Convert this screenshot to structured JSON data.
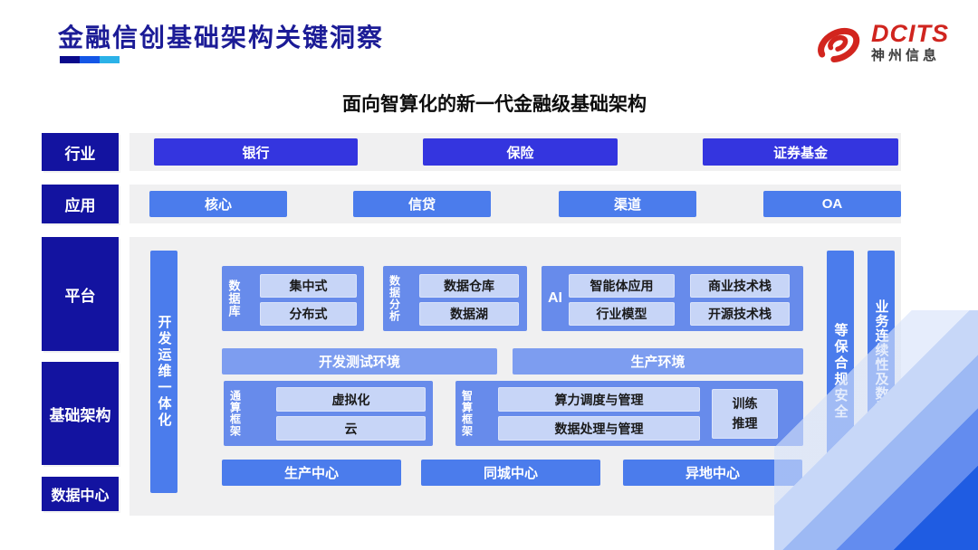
{
  "header": {
    "title": "金融信创基础架构关键洞察",
    "logo": {
      "brand": "DCITS",
      "subbrand": "神州信息"
    }
  },
  "diagram": {
    "subtitle": "面向智算化的新一代金融级基础架构",
    "side_labels": {
      "industry": "行业",
      "application": "应用",
      "platform": "平台",
      "infrastructure": "基础架构",
      "datacenter": "数据中心"
    },
    "industry_items": [
      "银行",
      "保险",
      "证券基金"
    ],
    "application_items": [
      "核心",
      "信贷",
      "渠道",
      "OA"
    ],
    "panel": {
      "devops_bar": "开发运维一体化",
      "security_bar": "等保合规安全",
      "continuity_bar": "业务连续性及数据保护",
      "database": {
        "label": "数据库",
        "items": [
          "集中式",
          "分布式"
        ]
      },
      "analytics": {
        "label": "数据分析",
        "items": [
          "数据仓库",
          "数据湖"
        ]
      },
      "ai": {
        "label": "AI",
        "items": [
          "智能体应用",
          "商业技术栈",
          "行业模型",
          "开源技术栈"
        ]
      },
      "environments": {
        "dev": "开发测试环境",
        "prod": "生产环境"
      },
      "general_compute": {
        "label": "通算框架",
        "items": [
          "虚拟化",
          "云"
        ]
      },
      "intelligent_compute": {
        "label": "智算框架",
        "items": [
          "算力调度与管理",
          "数据处理与管理"
        ],
        "side_box": "训练推理"
      },
      "centers": [
        "生产中心",
        "同城中心",
        "异地中心"
      ]
    }
  },
  "colors": {
    "title_navy": "#1b1b96",
    "label_navy": "#1313a0",
    "industry_button_indigo": "#3435df",
    "primary_blue": "#4b7cec",
    "container_blue": "#678beb",
    "env_bar_blue": "#7d9df0",
    "inner_box_light": "#c7d5f7",
    "logo_red": "#d0251f",
    "underline_segments": [
      "#0a0a8c",
      "#1456e6",
      "#2bb2e8"
    ],
    "panel_gray": "#f0f0f1"
  }
}
